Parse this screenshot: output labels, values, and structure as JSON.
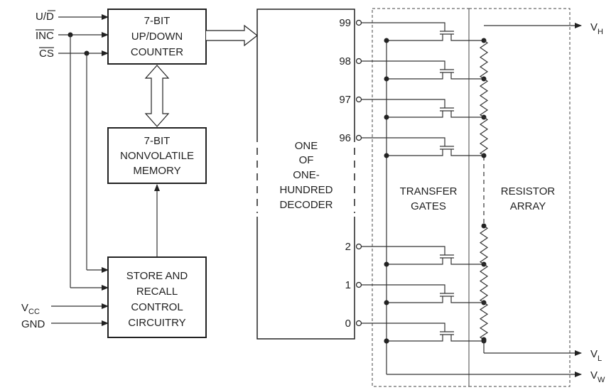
{
  "inputs": {
    "ud": "U/D",
    "inc": "INC",
    "cs": "CS",
    "vcc_main": "V",
    "vcc_sub": "CC",
    "gnd": "GND"
  },
  "blocks": {
    "counter": [
      "7-BIT",
      "UP/DOWN",
      "COUNTER"
    ],
    "nonvolatile": [
      "7-BIT",
      "NONVOLATILE",
      "MEMORY"
    ],
    "store": [
      "STORE AND",
      "RECALL",
      "CONTROL",
      "CIRCUITRY"
    ],
    "decoder": [
      "ONE",
      "OF",
      "ONE-",
      "HUNDRED",
      "DECODER"
    ],
    "gates": [
      "TRANSFER",
      "GATES"
    ],
    "resistors": [
      "RESISTOR",
      "ARRAY"
    ]
  },
  "taps_top": [
    "99",
    "98",
    "97",
    "96"
  ],
  "taps_bottom": [
    "2",
    "1",
    "0"
  ],
  "outputs": {
    "vh_main": "V",
    "vh_sub": "H",
    "vl_main": "V",
    "vl_sub": "L",
    "vw_main": "V",
    "vw_sub": "W"
  }
}
